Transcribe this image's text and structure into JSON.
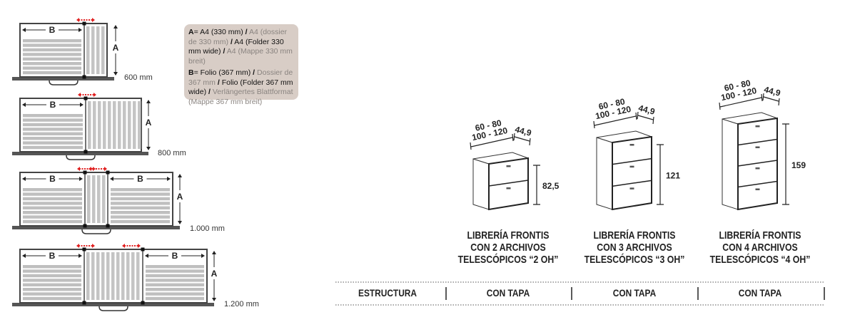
{
  "legend": {
    "a": {
      "key": "A",
      "eq": "= A4 (330 mm)",
      "es": "A4 (dossier de 330 mm)",
      "en": "A4 (Folder 330 mm wide)",
      "de": "A4 (Mappe 330 mm breit)"
    },
    "b": {
      "key": "B",
      "eq": "= Folio (367 mm)",
      "es": "Dossier de 367 mm",
      "en": "Folio (Folder 367 mm wide)",
      "de": "Verlängertes Blattformat (Mappe 367 mm breit)"
    },
    "sep": "/"
  },
  "drawers": [
    {
      "size": "600 mm",
      "label_a": "A",
      "label_b": "B"
    },
    {
      "size": "800 mm",
      "label_a": "A",
      "label_b": "B"
    },
    {
      "size": "1.000 mm",
      "label_a": "A",
      "label_b": "B"
    },
    {
      "size": "1.200 mm",
      "label_a": "A",
      "label_b": "B"
    }
  ],
  "products": [
    {
      "width1": "60 - 80",
      "width2": "100 - 120",
      "depth": "44,9",
      "height": "82,5",
      "title": [
        "LIBRERÍA FRONTIS",
        "CON 2 ARCHIVOS",
        "TELESCÓPICOS “2 OH”"
      ],
      "drawers": 2
    },
    {
      "width1": "60 - 80",
      "width2": "100 - 120",
      "depth": "44,9",
      "height": "121",
      "title": [
        "LIBRERÍA FRONTIS",
        "CON 3 ARCHIVOS",
        "TELESCÓPICOS “3 OH”"
      ],
      "drawers": 3
    },
    {
      "width1": "60 - 80",
      "width2": "100 - 120",
      "depth": "44,9",
      "height": "159",
      "title": [
        "LIBRERÍA FRONTIS",
        "CON 4 ARCHIVOS",
        "TELESCÓPICOS “4 OH”"
      ],
      "drawers": 4
    }
  ],
  "table": {
    "header": "ESTRUCTURA",
    "cells": [
      "CON TAPA",
      "CON TAPA",
      "CON TAPA"
    ]
  },
  "colors": {
    "arrow": "#e02020",
    "legend_bg": "#d8cdc6",
    "line": "#333333"
  }
}
